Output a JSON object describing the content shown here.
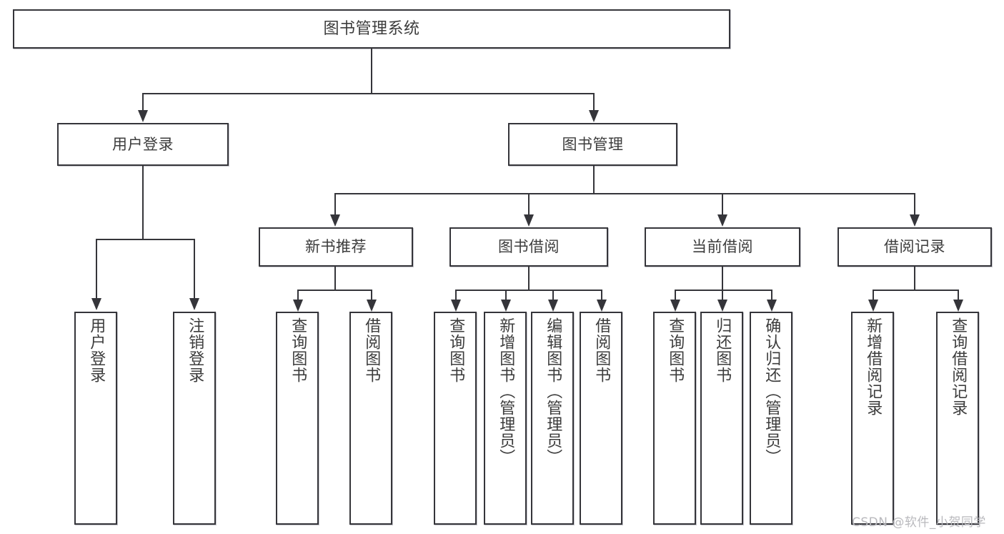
{
  "diagram": {
    "title": "图书管理系统",
    "root": {
      "label": "图书管理系统"
    },
    "level2": [
      {
        "label": "用户登录"
      },
      {
        "label": "图书管理"
      }
    ],
    "level3": [
      {
        "label": "新书推荐"
      },
      {
        "label": "图书借阅"
      },
      {
        "label": "当前借阅"
      },
      {
        "label": "借阅记录"
      }
    ],
    "leaves": {
      "user_login": [
        {
          "label": "用户登录"
        },
        {
          "label": "注销登录"
        }
      ],
      "new_book_recommend": [
        {
          "label": "查询图书"
        },
        {
          "label": "借阅图书"
        }
      ],
      "book_borrow": [
        {
          "label": "查询图书"
        },
        {
          "label": "新增图书（管理员）"
        },
        {
          "label": "编辑图书（管理员）"
        },
        {
          "label": "借阅图书"
        }
      ],
      "current_borrow": [
        {
          "label": "查询图书"
        },
        {
          "label": "归还图书"
        },
        {
          "label": "确认归还（管理员）"
        }
      ],
      "borrow_record": [
        {
          "label": "新增借阅记录"
        },
        {
          "label": "查询借阅记录"
        }
      ]
    }
  },
  "watermark": {
    "text": "CSDN @软件_小贺同学"
  },
  "colors": {
    "border": "#35353a",
    "text": "#3c3c3c",
    "background": "#ffffff",
    "watermark": "#b9b9bd"
  }
}
